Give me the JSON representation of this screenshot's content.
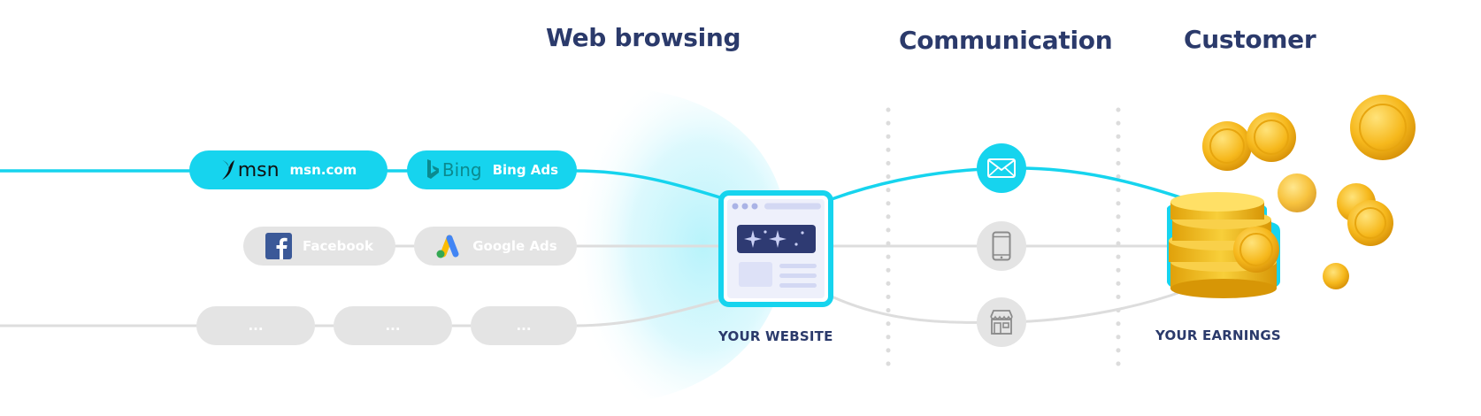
{
  "headings": {
    "web_browsing": "Web browsing",
    "communication": "Communication",
    "customer": "Customer"
  },
  "sources": {
    "row1": [
      {
        "logo_text": "msn",
        "label": "msn.com",
        "icon": "msn-butterfly-icon"
      },
      {
        "logo_text": "Bing",
        "label": "Bing Ads",
        "icon": "bing-logo-icon"
      }
    ],
    "row2": [
      {
        "label": "Facebook",
        "icon": "facebook-logo-icon"
      },
      {
        "label": "Google Ads",
        "icon": "google-ads-logo-icon"
      }
    ],
    "row3": [
      {
        "label": "..."
      },
      {
        "label": "..."
      },
      {
        "label": "..."
      }
    ]
  },
  "website": {
    "caption": "YOUR WEBSITE",
    "icon": "browser-window-icon"
  },
  "channels": [
    {
      "icon": "mail-icon",
      "state": "active"
    },
    {
      "icon": "smartphone-icon",
      "state": "muted"
    },
    {
      "icon": "storefront-icon",
      "state": "muted"
    }
  ],
  "earnings": {
    "caption": "YOUR EARNINGS",
    "icon": "gold-coins-icon"
  },
  "colors": {
    "accent": "#16d4ee",
    "muted": "#e4e4e4",
    "text": "#2b3a6b",
    "gold": "#f4b400"
  }
}
